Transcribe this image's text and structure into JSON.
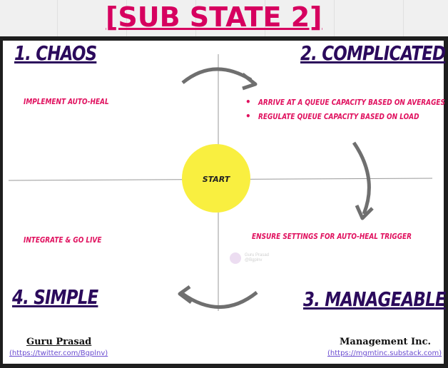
{
  "title": "[SUB STATE 2]",
  "quadrants": {
    "q1": {
      "label": "1. CHAOS",
      "note": "IMPLEMENT AUTO-HEAL"
    },
    "q2": {
      "label": "2. COMPLICATED",
      "bullets": [
        "ARRIVE AT A QUEUE CAPACITY BASED ON AVERAGES",
        "REGULATE QUEUE CAPACITY BASED ON LOAD"
      ]
    },
    "q3": {
      "label": "3. MANAGEABLE",
      "note": "ENSURE SETTINGS FOR AUTO-HEAL TRIGGER"
    },
    "q4": {
      "label": "4. SIMPLE",
      "note": "INTEGRATE & GO LIVE"
    }
  },
  "center_label": "START",
  "watermark": {
    "name": "Guru Prasad",
    "handle": "@Bgplnv"
  },
  "footer": {
    "left": {
      "name": "Guru Prasad",
      "link": "(https://twitter.com/Bgplnv)"
    },
    "right": {
      "name": "Management Inc.",
      "link": "(https://mgmtinc.substack.com)"
    }
  },
  "colors": {
    "title": "#d6005f",
    "heading": "#2b0a5c",
    "note": "#e0105e",
    "circle": "#f9ef40",
    "arrow": "#6f6f6f"
  }
}
